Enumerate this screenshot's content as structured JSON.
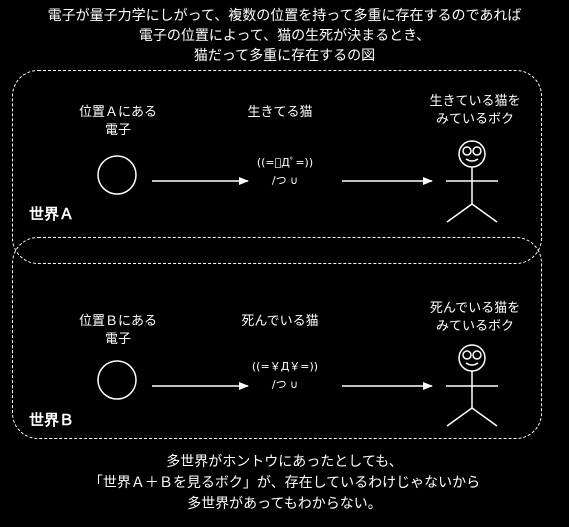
{
  "header": {
    "text": "電子が量子力学にしがって、複数の位置を持って多重に存在するのであれば\n電子の位置によって、猫の生死が決まるとき、\n猫だって多重に存在するの図"
  },
  "world_a": {
    "label": "世界Ａ",
    "electron_label": "位置Ａにある\n電子",
    "cat_label": "生きてる猫",
    "cat_face": "((=ﾟДﾟ=))\n/つ ∪",
    "observer_label": "生きている猫を\nみているボク"
  },
  "world_b": {
    "label": "世界Ｂ",
    "electron_label": "位置Ｂにある\n電子",
    "cat_label": "死んでいる猫",
    "cat_face": "((=￥Д￥=))\n/つ ∪",
    "observer_label": "死んでいる猫を\nみているボク"
  },
  "footer": {
    "text": "多世界がホントウにあったとしても、\n「世界Ａ＋Ｂを見るボク」が、存在しているわけじゃないから\n多世界があってもわからない。"
  },
  "colors": {
    "background": "#000000",
    "foreground": "#ffffff"
  }
}
